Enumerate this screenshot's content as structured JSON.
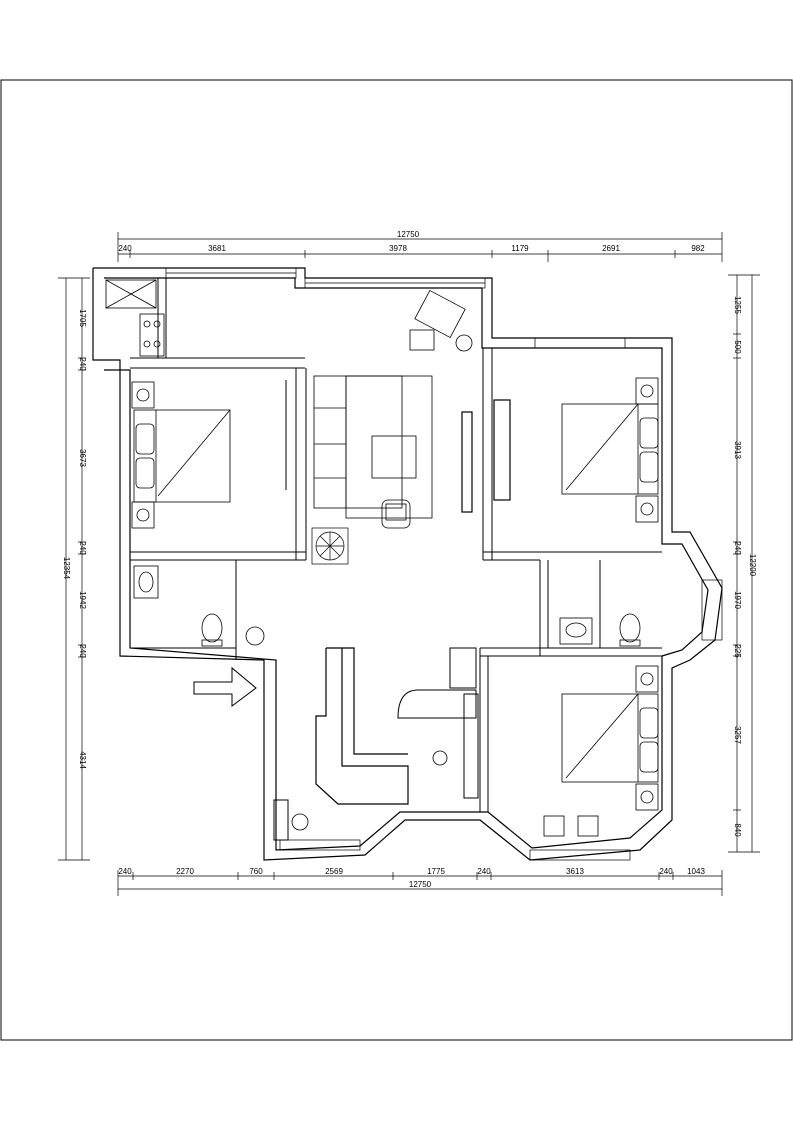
{
  "dimensions": {
    "top_overall": "12750",
    "top_segments": [
      "240",
      "3681",
      "3978",
      "1179",
      "2691",
      "982"
    ],
    "bottom_segments": [
      "240",
      "2270",
      "760",
      "2569",
      "1775",
      "240",
      "3613",
      "240",
      "1043"
    ],
    "bottom_overall": "12750",
    "left_segments": [
      "1705",
      "240",
      "3673",
      "240",
      "1942",
      "240",
      "4314"
    ],
    "left_overall": "12354",
    "right_segments": [
      "1255",
      "500",
      "3913",
      "240",
      "1970",
      "225",
      "3257",
      "840"
    ],
    "right_overall": "12200"
  },
  "icons": {
    "entrance": "entrance-arrow-icon",
    "bed": "double-bed-icon",
    "toilet": "toilet-icon",
    "basin": "basin-icon",
    "plant": "plant-icon",
    "chair": "armchair-icon",
    "stove": "stove-icon"
  }
}
